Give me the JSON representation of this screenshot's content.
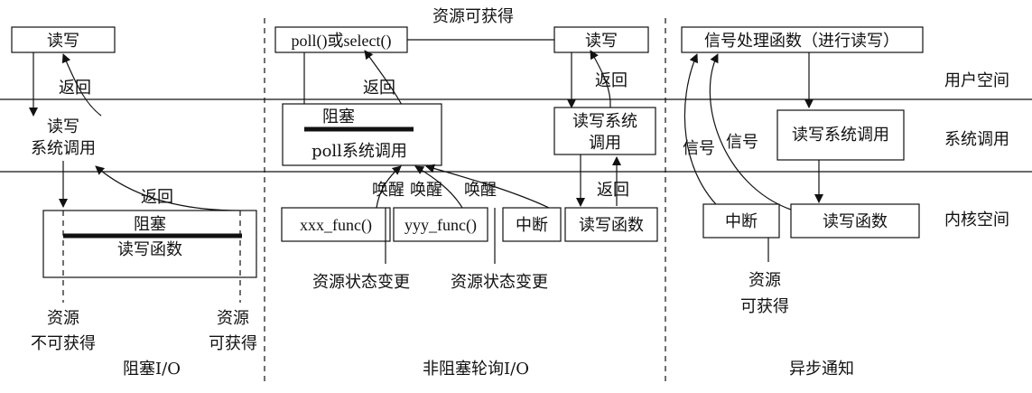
{
  "layers": {
    "user": "用户空间",
    "syscall": "系统调用",
    "kernel": "内核空间"
  },
  "blocking": {
    "title": "阻塞I/O",
    "read_write": "读写",
    "return_1": "返回",
    "syscall_read_write": "读写",
    "syscall_call": "系统调用",
    "return_2": "返回",
    "block": "阻塞",
    "read_write_func": "读写函数",
    "res_unavailable_1": "资源",
    "res_unavailable_2": "不可获得",
    "res_available_1": "资源",
    "res_available_2": "可获得"
  },
  "polling": {
    "title": "非阻塞轮询I/O",
    "resource_available": "资源可获得",
    "poll_select": "poll()或select()",
    "read_write": "读写",
    "return_1": "返回",
    "return_2": "返回",
    "block": "阻塞",
    "poll_syscall": "poll系统调用",
    "syscall_line1": "读写系统",
    "syscall_line2": "调用",
    "wakeup_1": "唤醒",
    "wakeup_2": "唤醒",
    "wakeup_3": "唤醒",
    "return_3": "返回",
    "xxx_func": "xxx_func()",
    "yyy_func": "yyy_func()",
    "interrupt": "中断",
    "read_write_func": "读写函数",
    "state_change_1": "资源状态变更",
    "state_change_2": "资源状态变更"
  },
  "async": {
    "title": "异步通知",
    "signal_handler": "信号处理函数（进行读写）",
    "signal_1": "信号",
    "signal_2": "信号",
    "syscall": "读写系统调用",
    "interrupt": "中断",
    "read_write_func": "读写函数",
    "res_1": "资源",
    "res_2": "可获得"
  }
}
